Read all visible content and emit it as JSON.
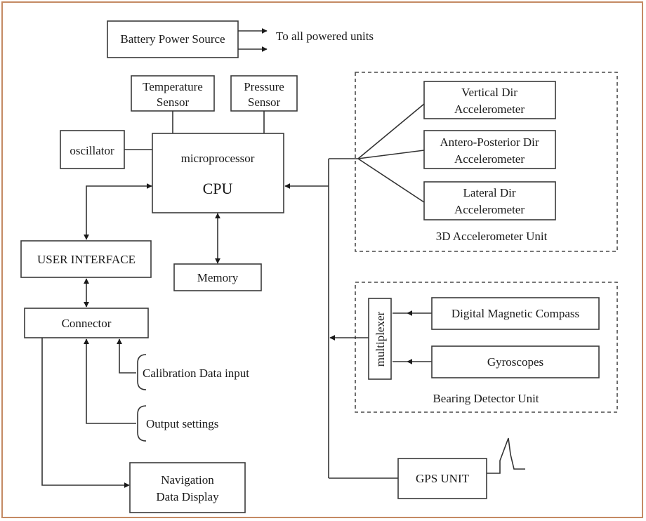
{
  "blocks": {
    "battery": "Battery Power Source",
    "powered_units": "To all powered units",
    "temperature_l1": "Temperature",
    "temperature_l2": "Sensor",
    "pressure_l1": "Pressure",
    "pressure_l2": "Sensor",
    "oscillator": "oscillator",
    "microprocessor": "microprocessor",
    "cpu": "CPU",
    "memory": "Memory",
    "user_interface": "USER INTERFACE",
    "connector": "Connector",
    "calibration": "Calibration Data input",
    "output_settings": "Output settings",
    "nav_l1": "Navigation",
    "nav_l2": "Data Display",
    "vertical_l1": "Vertical Dir",
    "vertical_l2": "Accelerometer",
    "antero_l1": "Antero-Posterior Dir",
    "antero_l2": "Accelerometer",
    "lateral_l1": "Lateral Dir",
    "lateral_l2": "Accelerometer",
    "accel_unit": "3D Accelerometer Unit",
    "multiplexer": "multiplexer",
    "compass": "Digital Magnetic Compass",
    "gyroscopes": "Gyroscopes",
    "bearing_unit": "Bearing Detector Unit",
    "gps": "GPS UNIT"
  }
}
